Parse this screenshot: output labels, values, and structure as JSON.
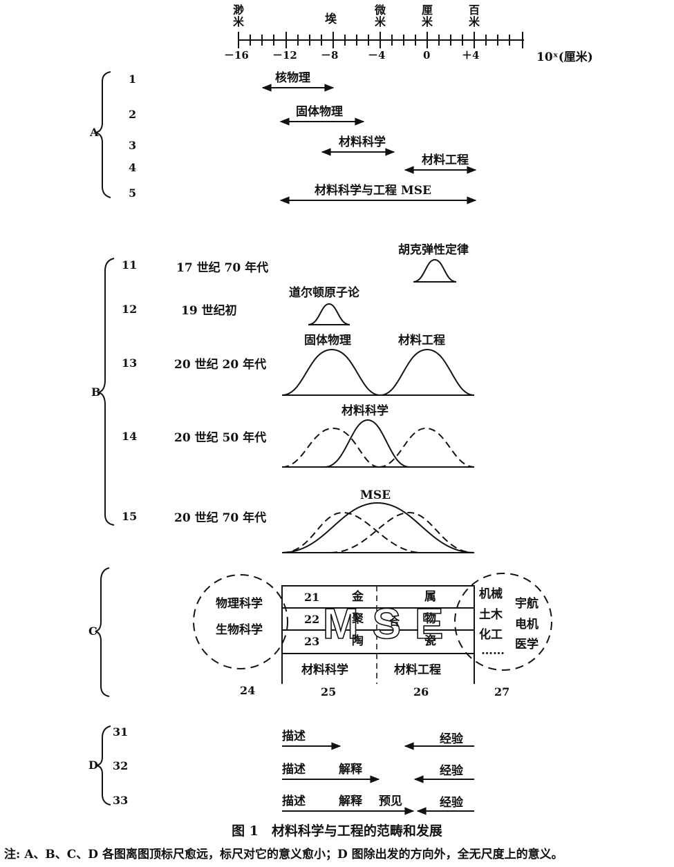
{
  "scale": {
    "prefixes": [
      "渺米",
      "埃",
      "微米",
      "厘米",
      "百米"
    ],
    "ticks": [
      "－16",
      "－12",
      "－8",
      "－4",
      "0",
      "＋4"
    ],
    "unit": "10ˣ(厘米)"
  },
  "sectionA": {
    "label": "A",
    "rows": [
      {
        "num": "1",
        "text": "核物理"
      },
      {
        "num": "2",
        "text": "固体物理"
      },
      {
        "num": "3",
        "text": "材料科学"
      },
      {
        "num": "4",
        "text": "材料工程"
      },
      {
        "num": "5",
        "text": "材料科学与工程 MSE"
      }
    ]
  },
  "sectionB": {
    "label": "B",
    "rows": [
      {
        "num": "11",
        "era": "17 世纪 70 年代",
        "labels": [
          "胡克弹性定律"
        ]
      },
      {
        "num": "12",
        "era": "19 世纪初",
        "labels": [
          "道尔顿原子论"
        ]
      },
      {
        "num": "13",
        "era": "20 世纪 20 年代",
        "labels": [
          "固体物理",
          "材料工程"
        ]
      },
      {
        "num": "14",
        "era": "20 世纪 50 年代",
        "labels": [
          "材料科学"
        ]
      },
      {
        "num": "15",
        "era": "20 世纪 70 年代",
        "labels": [
          "MSE"
        ]
      }
    ]
  },
  "sectionC": {
    "label": "C",
    "left_circle": [
      "物理科学",
      "生物科学"
    ],
    "row_nums": [
      "21",
      "22",
      "23"
    ],
    "materials_left": [
      "金",
      "聚",
      "陶"
    ],
    "materials_right": [
      "属",
      "物",
      "瓷"
    ],
    "center_word": "MSE",
    "center_join": "合",
    "right_circle_left": [
      "机械",
      "土木",
      "化工",
      "……"
    ],
    "right_circle_right": [
      "宇航",
      "电机",
      "医学"
    ],
    "bottom_labels": [
      "材料科学",
      "材料工程"
    ],
    "col_nums": [
      "24",
      "25",
      "26",
      "27"
    ]
  },
  "sectionD": {
    "label": "D",
    "rows": [
      {
        "num": "31",
        "items": [
          "描述",
          "经验"
        ]
      },
      {
        "num": "32",
        "items": [
          "描述",
          "解释",
          "经验"
        ]
      },
      {
        "num": "33",
        "items": [
          "描述",
          "解释",
          "预见",
          "经验"
        ]
      }
    ]
  },
  "caption": "图 1　材料科学与工程的范畴和发展",
  "note": "注: A、B、C、D 各图离图顶标尺愈远，标尺对它的意义愈小；D 图除出发的方向外，全无尺度上的意义。"
}
